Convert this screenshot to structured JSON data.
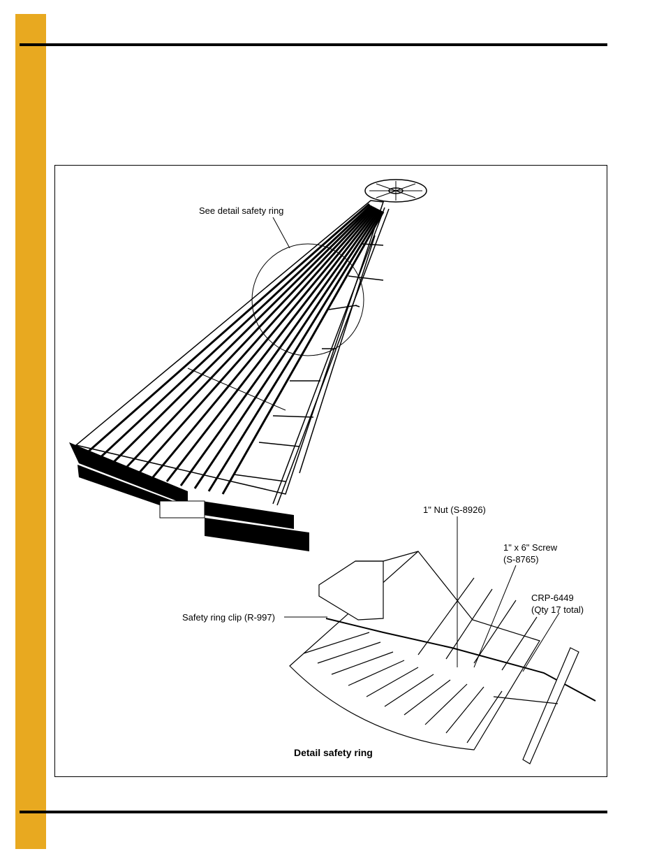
{
  "page": {
    "accent_color": "#e8a920"
  },
  "figure": {
    "callouts": {
      "see_detail": "See detail safety ring",
      "nut": "1\" Nut (S-8926)",
      "screw_line1": "1\" x 6\" Screw",
      "screw_line2": "(S-8765)",
      "crp_line1": "CRP-6449",
      "crp_line2": "(Qty 17 total)",
      "clip": "Safety ring clip (R-997)"
    },
    "caption": "Detail safety ring"
  }
}
